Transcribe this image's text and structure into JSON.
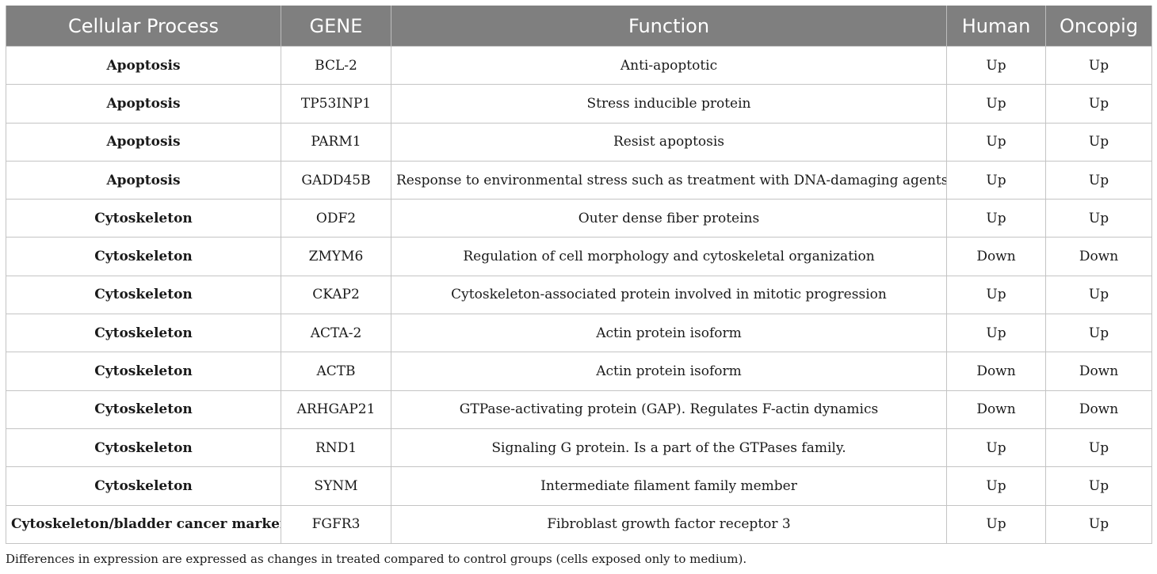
{
  "table": {
    "headers": [
      "Cellular Process",
      "GENE",
      "Function",
      "Human",
      "Oncopig"
    ],
    "rows": [
      {
        "process": "Apoptosis",
        "gene": "BCL-2",
        "function": "Anti-apoptotic",
        "human": "Up",
        "oncopig": "Up"
      },
      {
        "process": "Apoptosis",
        "gene": "TP53INP1",
        "function": "Stress inducible protein",
        "human": "Up",
        "oncopig": "Up"
      },
      {
        "process": "Apoptosis",
        "gene": "PARM1",
        "function": "Resist apoptosis",
        "human": "Up",
        "oncopig": "Up"
      },
      {
        "process": "Apoptosis",
        "gene": "GADD45B",
        "function": "Response to environmental stress such as treatment with DNA-damaging agents",
        "human": "Up",
        "oncopig": "Up"
      },
      {
        "process": "Cytoskeleton",
        "gene": "ODF2",
        "function": "Outer dense fiber proteins",
        "human": "Up",
        "oncopig": "Up"
      },
      {
        "process": "Cytoskeleton",
        "gene": "ZMYM6",
        "function": "Regulation of cell morphology and cytoskeletal organization",
        "human": "Down",
        "oncopig": "Down"
      },
      {
        "process": "Cytoskeleton",
        "gene": "CKAP2",
        "function": "Cytoskeleton-associated protein involved in mitotic progression",
        "human": "Up",
        "oncopig": "Up"
      },
      {
        "process": "Cytoskeleton",
        "gene": "ACTA-2",
        "function": "Actin protein isoform",
        "human": "Up",
        "oncopig": "Up"
      },
      {
        "process": "Cytoskeleton",
        "gene": "ACTB",
        "function": "Actin protein isoform",
        "human": "Down",
        "oncopig": "Down"
      },
      {
        "process": "Cytoskeleton",
        "gene": "ARHGAP21",
        "function": "GTPase-activating protein (GAP). Regulates F-actin dynamics",
        "human": "Down",
        "oncopig": "Down"
      },
      {
        "process": "Cytoskeleton",
        "gene": "RND1",
        "function": "Signaling G protein. Is a part of the GTPases family.",
        "human": "Up",
        "oncopig": "Up"
      },
      {
        "process": "Cytoskeleton",
        "gene": "SYNM",
        "function": "Intermediate filament family member",
        "human": "Up",
        "oncopig": "Up"
      },
      {
        "process": "Cytoskeleton/bladder cancer marker",
        "gene": "FGFR3",
        "function": "Fibroblast growth factor receptor 3",
        "human": "Up",
        "oncopig": "Up"
      }
    ]
  },
  "footnote": "Differences in expression are expressed as changes in treated compared to control groups (cells exposed only to medium).",
  "colors": {
    "header_bg": "#7f7f7f",
    "header_text": "#ffffff",
    "grid": "#c4c4c4"
  }
}
